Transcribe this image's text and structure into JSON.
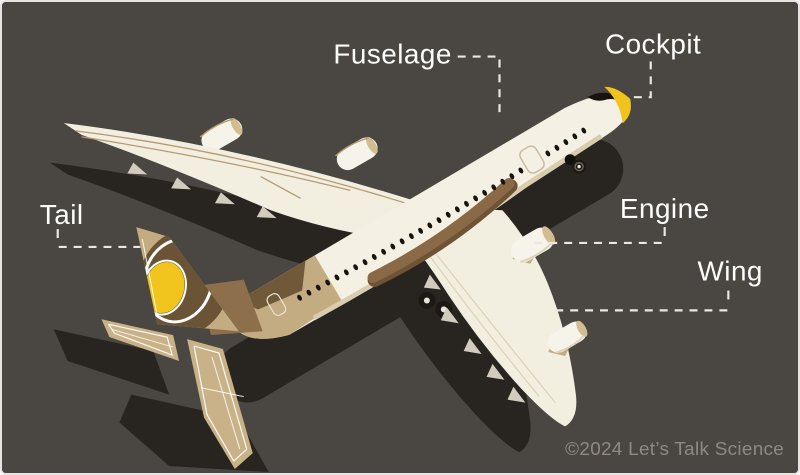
{
  "frame": {
    "background": "#4a4642",
    "border": "#e6e5e3"
  },
  "labels": {
    "fuselage": "Fuselage",
    "cockpit": "Cockpit",
    "tail": "Tail",
    "engine": "Engine",
    "wing": "Wing"
  },
  "credit": "©2024 Let’s Talk Science",
  "palette": {
    "label_text": "#fdfdfd",
    "leader": "#e9e7e3",
    "credit_text": "#8e8984",
    "shadow": "#282420",
    "fuselage_cream": "#f4f0e3",
    "wing_cream": "#f2eee0",
    "underside_beige": "#d9cdb0",
    "belly_brown": "#8a6947",
    "belly_brown_dark": "#6e5334",
    "rear_tan": "#c3ab82",
    "saddle_brown": "#6f5939",
    "fairing_brown": "#8d6f4b",
    "fin_tan": "#c3ab82",
    "stab_tan": "#c9b288",
    "roundel_brown": "#6b5435",
    "roundel_yellow": "#f2c51e",
    "pinstripe": "#b49a6e",
    "inner_line": "#ded3b9",
    "engine_white": "#f6f3ea",
    "engine_tan": "#d2bd92",
    "window_black": "#17130e",
    "detail_white": "#ffffff",
    "nose_yellow": "#f0c41d",
    "flap_gray": "#d2ccbe",
    "wheel_dark": "#1c1813",
    "hub_light": "#e8e4da"
  }
}
